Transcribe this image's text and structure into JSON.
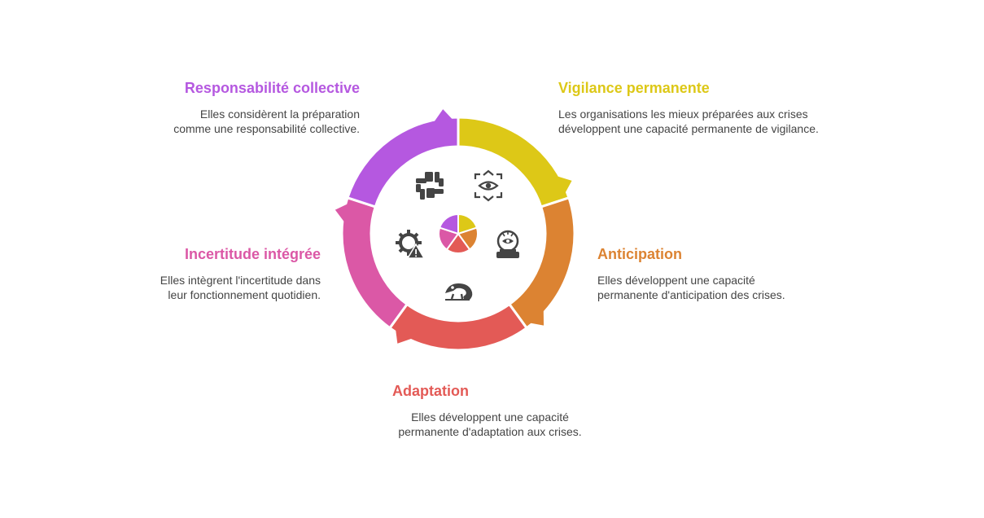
{
  "segments": [
    {
      "title": "Vigilance permanente",
      "description": "Les organisations les mieux préparées aux crises développent une capacité permanente de vigilance.",
      "description_lines": [
        "Les organisations les mieux préparées aux crises",
        "développent une capacité permanente de vigilance."
      ],
      "color": "#DDC817",
      "icon": "surveillance-eye-icon"
    },
    {
      "title": "Anticipation",
      "description": "Elles développent une capacité permanente d'anticipation des crises.",
      "description_lines": [
        "Elles développent une capacité",
        "permanente d'anticipation des crises."
      ],
      "color": "#DC8332",
      "icon": "crystal-ball-icon"
    },
    {
      "title": "Adaptation",
      "description": "Elles développent une capacité permanente d'adaptation aux crises.",
      "description_lines": [
        "Elles développent une capacité",
        "permanente d'adaptation aux crises."
      ],
      "color": "#E35A56",
      "icon": "chameleon-icon"
    },
    {
      "title": "Incertitude intégrée",
      "description": "Elles intègrent l'incertitude dans leur fonctionnement quotidien.",
      "description_lines": [
        "Elles intègrent l'incertitude dans",
        "leur fonctionnement quotidien."
      ],
      "color": "#DB58A6",
      "icon": "gear-warning-icon"
    },
    {
      "title": "Responsabilité collective",
      "description": "Elles considèrent la préparation comme une responsabilité collective.",
      "description_lines": [
        "Elles considèrent la préparation",
        "comme une responsabilité collective."
      ],
      "color": "#B558E0",
      "icon": "joined-hands-icon"
    }
  ]
}
